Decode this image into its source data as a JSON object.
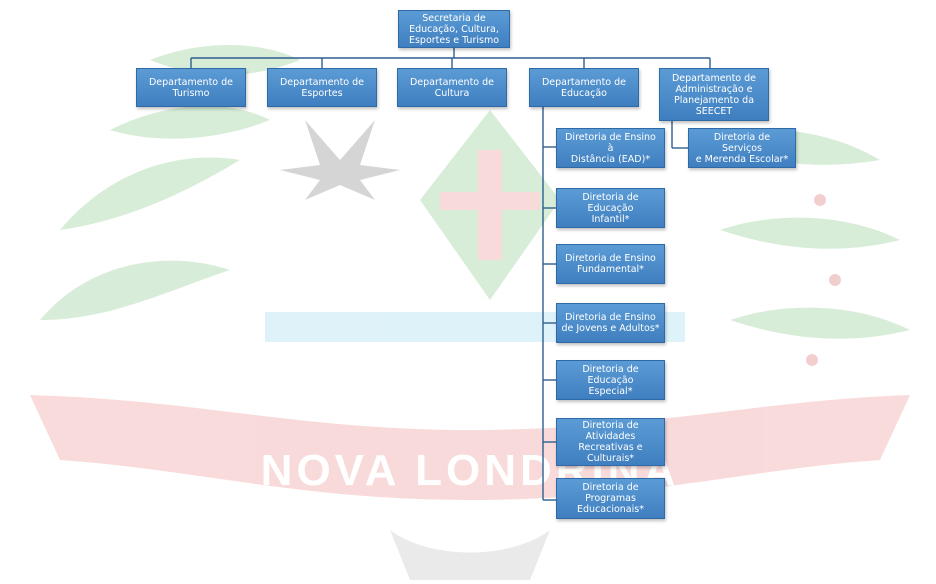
{
  "colors": {
    "node_fill": "#4a8ccc",
    "connector": "#2e5f8f",
    "watermark_red": "#e35a5a",
    "watermark_green": "#4caf50",
    "watermark_blue": "#6ec6e8",
    "watermark_gray": "#666666"
  },
  "watermark": {
    "text": "NOVA LONDRINA",
    "description_icon": "municipal-coat-of-arms"
  },
  "root": {
    "label": "Secretaria de\nEducação, Cultura,\nEsportes e Turismo"
  },
  "departments": [
    {
      "label": "Departamento de\nTurismo"
    },
    {
      "label": "Departamento de\nEsportes"
    },
    {
      "label": "Departamento de\nCultura"
    },
    {
      "label": "Departamento de\nEducação"
    },
    {
      "label": "Departamento de\nAdministração e\nPlanejamento da\nSEECET"
    }
  ],
  "education_directorates": [
    {
      "label": "Diretoria de Ensino à\nDistância (EAD)*"
    },
    {
      "label": "Diretoria de Educação\nInfantil*"
    },
    {
      "label": "Diretoria de Ensino\nFundamental*"
    },
    {
      "label": "Diretoria de Ensino\nde Jovens e Adultos*"
    },
    {
      "label": "Diretoria de Educação\nEspecial*"
    },
    {
      "label": "Diretoria de\nAtividades\nRecreativas e\nCulturais*"
    },
    {
      "label": "Diretoria de\nProgramas\nEducacionais*"
    }
  ],
  "admin_directorates": [
    {
      "label": "Diretoria de Serviços\ne Merenda Escolar*"
    }
  ]
}
